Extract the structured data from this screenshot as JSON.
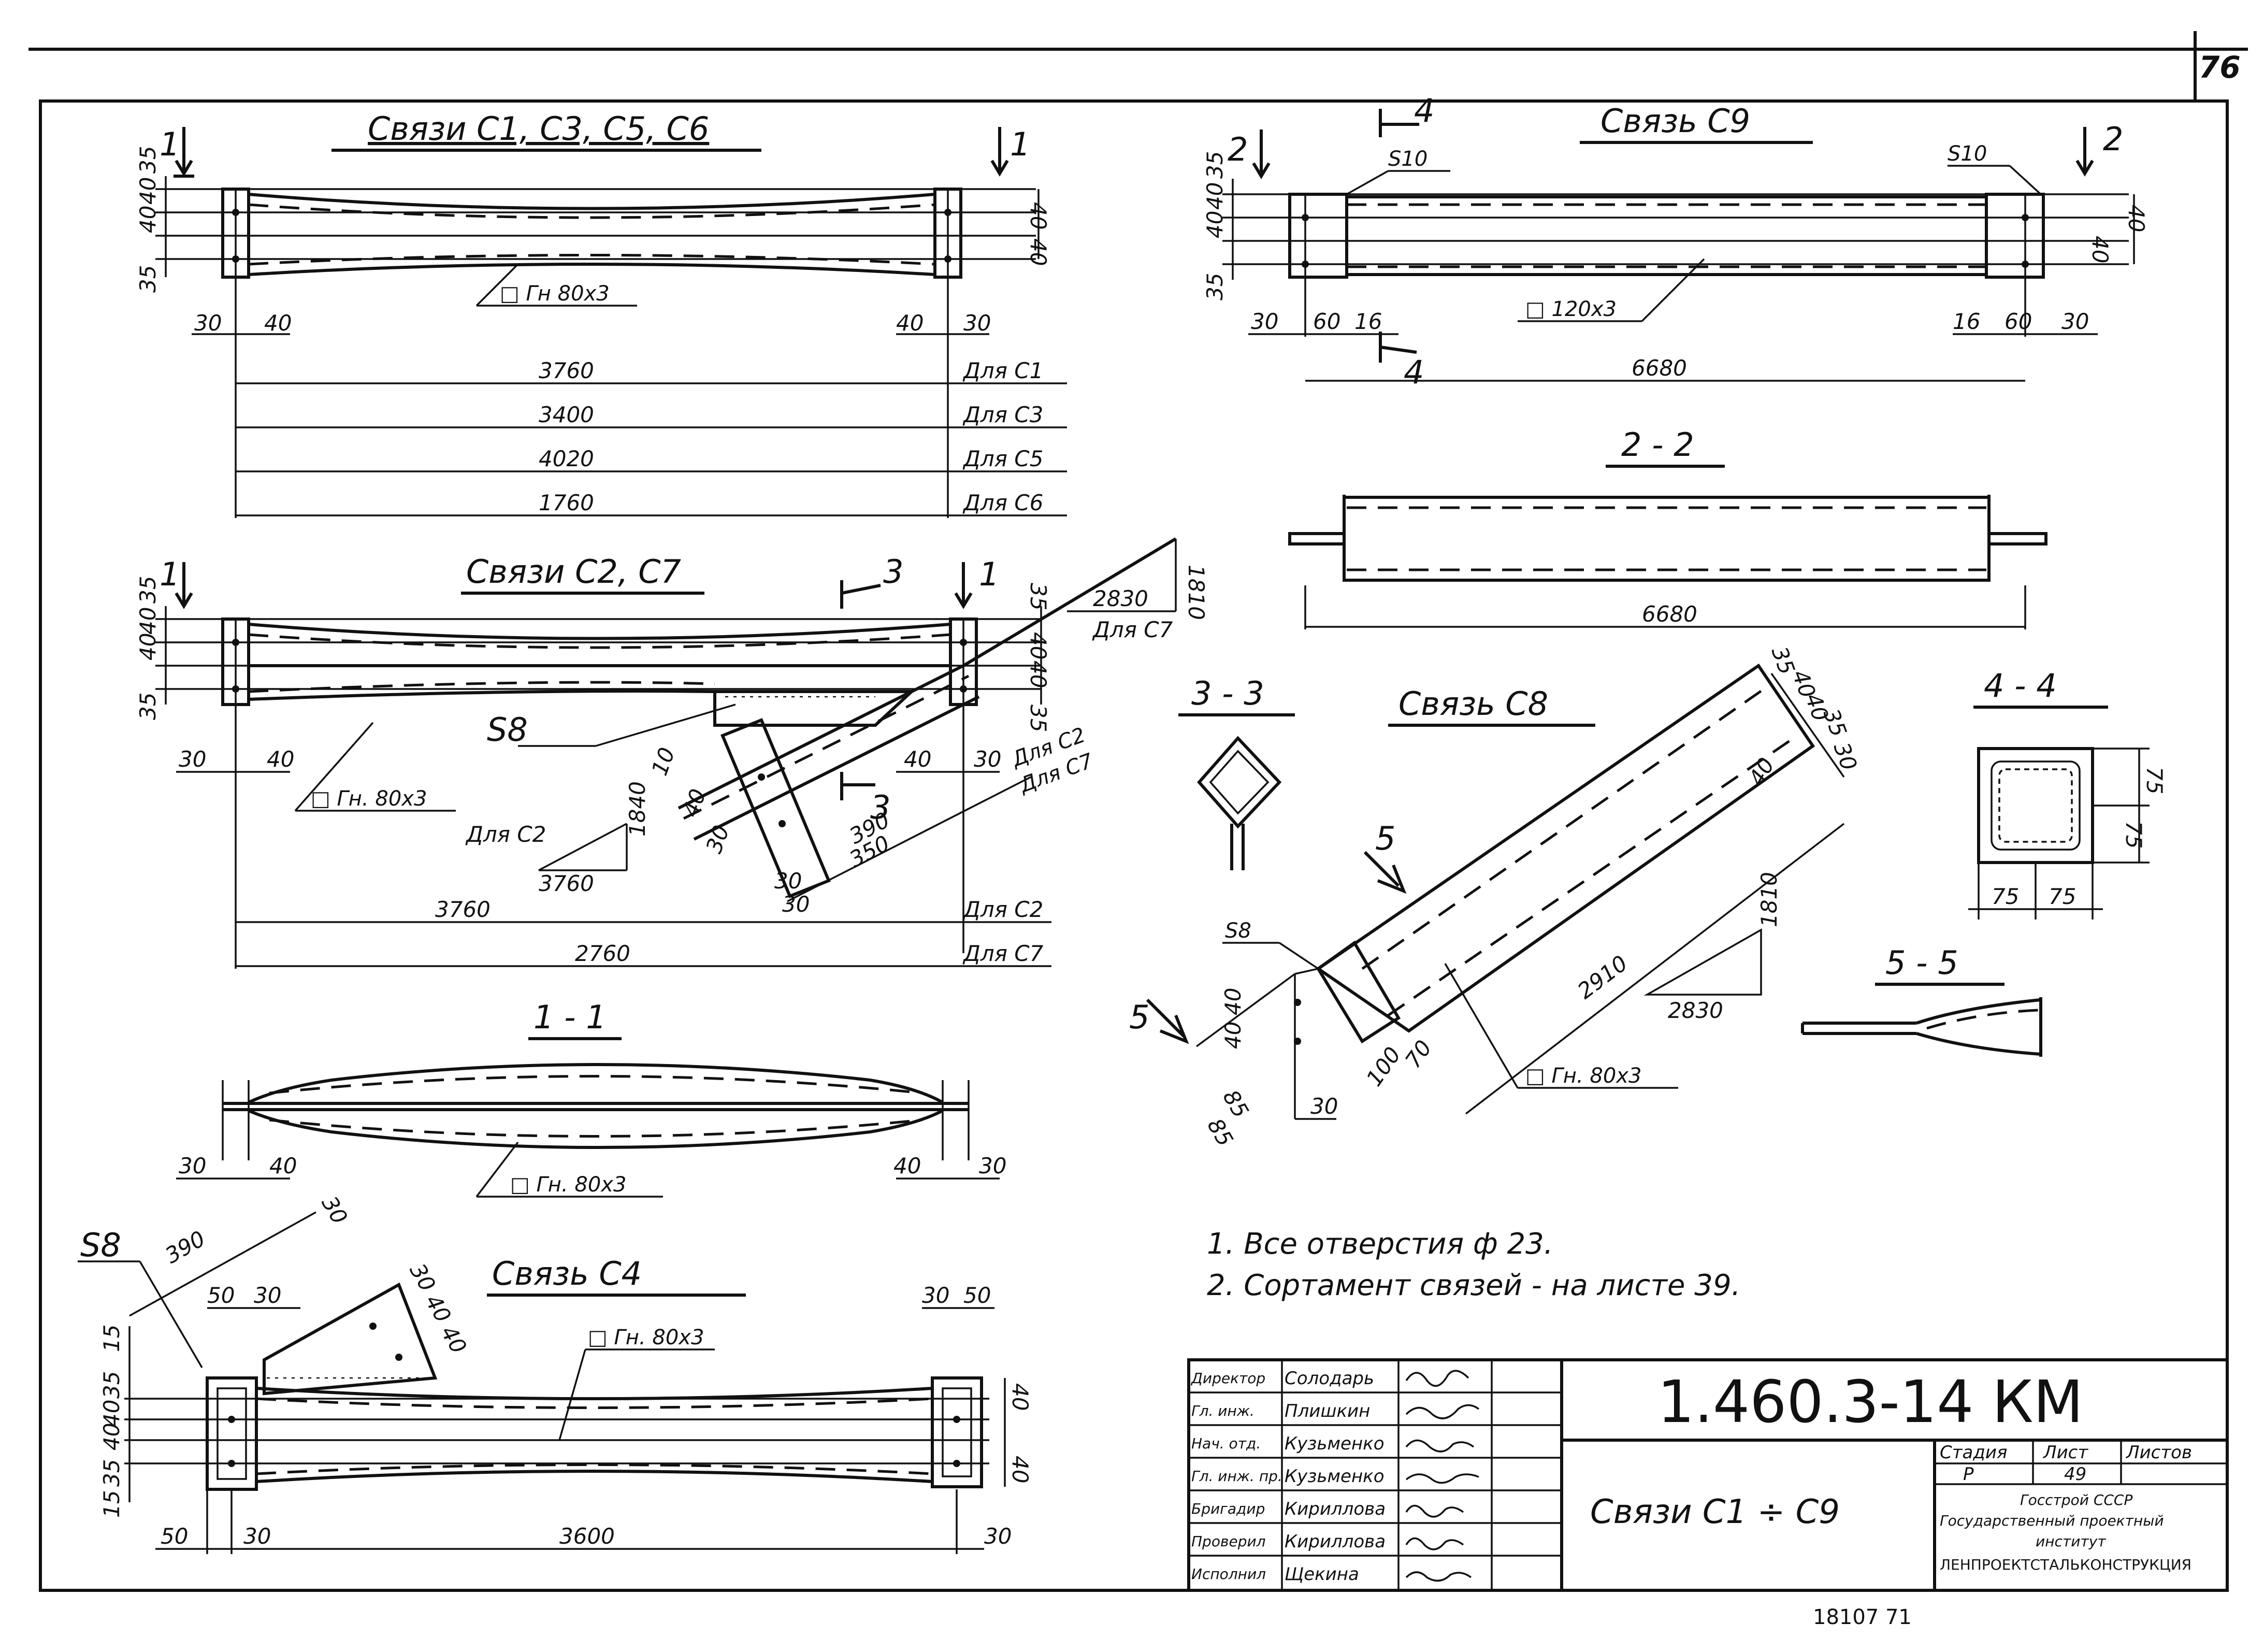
{
  "sheet": {
    "page_number": "76",
    "stamp_numbers": "18107   71"
  },
  "views": {
    "c1": {
      "title": "Связи С1, С3, С5, С6",
      "section_mark": "1",
      "profile": "□ Гн 80х3"
    },
    "c2": {
      "title": "Связи С2, С7",
      "section_mark": "1",
      "cut_mark": "3",
      "plate": "S8",
      "profile": "□ Гн. 80х3",
      "for_c2": "Для С2",
      "for_c7": "Для С7",
      "for_c2_c7a": "Для С2",
      "for_c2_c7b": "Для С7"
    },
    "c9": {
      "title": "Связь С9",
      "section_mark": "2",
      "cut_mark": "4",
      "plate": "S10",
      "profile": "□ 120х3"
    },
    "s22": {
      "title": "2 - 2"
    },
    "s33": {
      "title": "3 - 3"
    },
    "s44": {
      "title": "4 - 4"
    },
    "s55": {
      "title": "5 - 5"
    },
    "s11": {
      "title": "1 - 1",
      "profile": "□ Гн. 80х3"
    },
    "c8": {
      "title": "Связь С8",
      "section_mark": "5",
      "plate": "S8",
      "profile": "□ Гн. 80х3"
    },
    "c4": {
      "title": "Связь С4",
      "plate": "S8",
      "profile": "□ Гн. 80х3"
    }
  },
  "dims": {
    "c1_lengths": [
      {
        "value": "3760",
        "for": "Для С1"
      },
      {
        "value": "3400",
        "for": "Для С3"
      },
      {
        "value": "4020",
        "for": "Для С5"
      },
      {
        "value": "1760",
        "for": "Для С6"
      }
    ],
    "c1_side": [
      "35",
      "40",
      "40",
      "35"
    ],
    "c1_ends": [
      "30",
      "40",
      "40",
      "30"
    ],
    "c1_right": [
      "40",
      "40"
    ],
    "c2_lengths": [
      {
        "value": "3760",
        "for": "Для С2"
      },
      {
        "value": "2760",
        "for": "Для С7"
      }
    ],
    "c2_side": [
      "35",
      "40",
      "40",
      "35"
    ],
    "c2_ends": [
      "30",
      "40",
      "40",
      "30"
    ],
    "c2_right": [
      "35",
      "40",
      "40",
      "35"
    ],
    "c2_slope_c7": [
      "2830",
      "1810"
    ],
    "c2_slope_c2": [
      "3760",
      "1840"
    ],
    "c2_plate": [
      "10",
      "40",
      "30",
      "390",
      "350",
      "30",
      "30"
    ],
    "c9_side": [
      "35",
      "40",
      "40",
      "35"
    ],
    "c9_ends": [
      "30",
      "60",
      "16",
      "16",
      "60",
      "30"
    ],
    "c9_right": [
      "40",
      "40"
    ],
    "c9_length": "6680",
    "s22_length": "6680",
    "s44": [
      "75",
      "75",
      "75",
      "75"
    ],
    "c8": [
      "35",
      "40",
      "40",
      "35",
      "30",
      "40",
      "2910",
      "1810",
      "2830",
      "40",
      "40",
      "100",
      "70",
      "85",
      "85",
      "30"
    ],
    "s11_ends": [
      "30",
      "40",
      "40",
      "30"
    ],
    "c4_top": [
      "390",
      "30",
      "50",
      "30",
      "30",
      "40",
      "40",
      "30",
      "50"
    ],
    "c4_side": [
      "15",
      "35",
      "40",
      "40",
      "35",
      "15"
    ],
    "c4_bottom": [
      "50",
      "30",
      "3600",
      "30"
    ],
    "c4_right": [
      "40",
      "40"
    ]
  },
  "notes": [
    "1. Все отверстия ф 23.",
    "2. Сортамент связей - на листе 39."
  ],
  "title_block": {
    "designation": "1.460.3-14 КМ",
    "drawing_name": "Связи С1 ÷ С9",
    "rows": [
      {
        "role": "Директор",
        "name": "Солодарь"
      },
      {
        "role": "Гл. инж.",
        "name": "Плишкин"
      },
      {
        "role": "Нач. отд.",
        "name": "Кузьменко"
      },
      {
        "role": "Гл. инж. пр.",
        "name": "Кузьменко"
      },
      {
        "role": "Бригадир",
        "name": "Кириллова"
      },
      {
        "role": "Проверил",
        "name": "Кириллова"
      },
      {
        "role": "Исполнил",
        "name": "Щекина"
      }
    ],
    "signatures": [
      "signature",
      "signature",
      "signature",
      "signature",
      "signature",
      "signature",
      "signature"
    ],
    "stage_header": "Стадия",
    "sheet_header": "Лист",
    "sheets_header": "Листов",
    "stage": "Р",
    "sheet": "49",
    "org_line1": "Госстрой СССР",
    "org_line2": "Государственный проектный",
    "org_line3": "институт",
    "org_line4": "ЛЕНПРОЕКТСТАЛЬКОНСТРУКЦИЯ"
  }
}
